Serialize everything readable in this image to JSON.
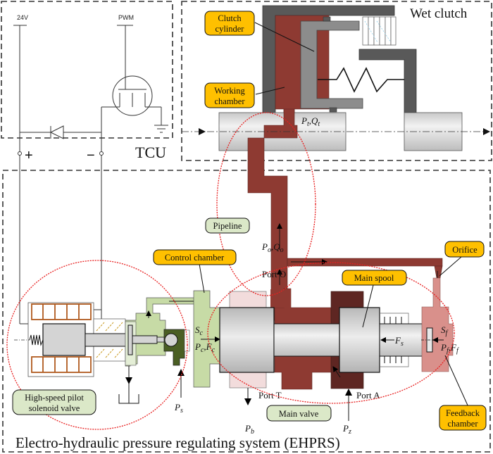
{
  "title": "Electro-hydraulic pressure regulating system (EHPRS)",
  "regions": {
    "tcu": "TCU",
    "wet_clutch": "Wet clutch"
  },
  "tcu": {
    "supply_label": "24V",
    "pwm_label": "PWM",
    "plus": "+",
    "minus": "−"
  },
  "callouts": {
    "clutch_cylinder": [
      "Clutch",
      "cylinder"
    ],
    "working_chamber": [
      "Working",
      "chamber"
    ],
    "control_chamber": "Control chamber",
    "pipeline": "Pipeline",
    "orifice": "Orifice",
    "main_spool": "Main spool",
    "main_valve": "Main valve",
    "feedback_chamber": [
      "Feedback",
      "chamber"
    ],
    "pilot_valve": [
      "High-speed pilot",
      "solenoid valve"
    ]
  },
  "ports": {
    "port_o": "Port O",
    "port_t": "Port T",
    "port_a": "Port A"
  },
  "symbols": {
    "pt_qt": {
      "p": "P",
      "p_sub": "t",
      "q": "Q",
      "q_sub": "t"
    },
    "po_qo": {
      "p": "P",
      "p_sub": "o",
      "q": "Q",
      "q_sub": "o"
    },
    "sc": {
      "s": "S",
      "sub": "c"
    },
    "pc_fc": {
      "p": "P",
      "p_sub": "c",
      "f": "F",
      "f_sub": "c"
    },
    "fs": {
      "f": "F",
      "sub": "s"
    },
    "sf": {
      "s": "S",
      "sub": "f"
    },
    "pf_ff": {
      "p": "P",
      "p_sub": "f",
      "f": "F",
      "f_sub": "f"
    },
    "ps": {
      "p": "P",
      "sub": "s"
    },
    "pb": {
      "p": "P",
      "sub": "b"
    },
    "pz": {
      "p": "P",
      "sub": "z"
    }
  },
  "colors": {
    "oil_red": "#8e3a32",
    "oil_dark": "#5e2622",
    "pilot_green": "#c7dba6",
    "pilot_dark_green": "#4a5e23",
    "feedback_pink": "#d9908b",
    "port_t_pink": "#f2dcdc",
    "callout_yellow": "#ffc000",
    "callout_green": "#dbe8c8",
    "clutch_dark": "#595959",
    "clutch_grey": "#8c8c8c",
    "coil_brown": "#b05a1e",
    "dashed_red": "#e82020"
  }
}
